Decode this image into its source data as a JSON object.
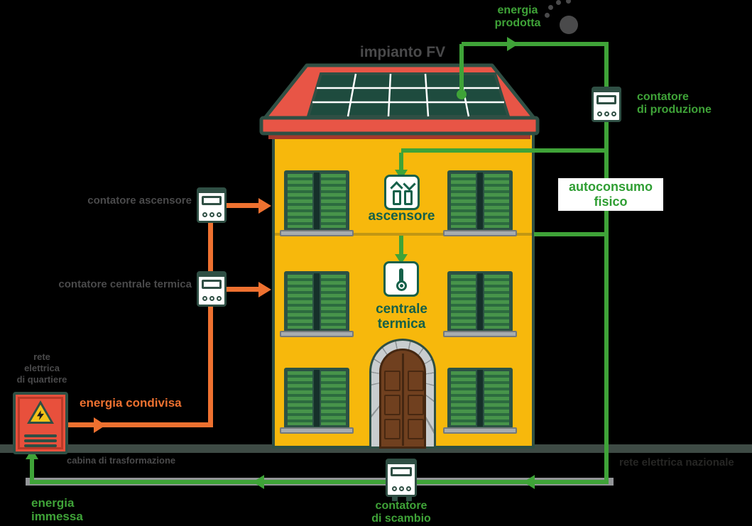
{
  "colors": {
    "green_bright": "#3FA338",
    "green_dark": "#156049",
    "orange": "#EE7130",
    "building_yellow": "#F7B80C",
    "roof_red": "#E85546",
    "outline_teal": "#2F4F44",
    "gray_text": "#4A4A4B",
    "grid_gray": "#939598",
    "cabinet_red": "#E8503C"
  },
  "icons": {
    "sun": "sun-icon",
    "meter": "electric-meter-icon",
    "elevator": "elevator-icon",
    "thermometer": "thermometer-icon",
    "lightning": "lightning-bolt-icon",
    "solar_panel": "solar-panel-icon"
  },
  "labels": {
    "impianto_fv": "impianto FV",
    "energia_prodotta": {
      "l1": "energia",
      "l2": "prodotta"
    },
    "contatore_produzione": {
      "l1": "contatore",
      "l2": "di produzione"
    },
    "autoconsumo_fisico": {
      "l1": "autoconsumo",
      "l2": "fisico"
    },
    "ascensore": "ascensore",
    "centrale_termica": {
      "l1": "centrale",
      "l2": "termica"
    },
    "contatore_ascensore": "contatore ascensore",
    "contatore_centrale_termica": "contatore centrale termica",
    "rete_quartiere": {
      "l1": "rete",
      "l2": "elettrica",
      "l3": "di quartiere"
    },
    "energia_condivisa": "energia condivisa",
    "energia_immessa": {
      "l1": "energia",
      "l2": "immessa"
    },
    "contatore_scambio": {
      "l1": "contatore",
      "l2": "di scambio"
    },
    "cabina_trasformazione": "cabina di trasformazione",
    "rete_nazionale": "rete elettrica nazionale"
  }
}
